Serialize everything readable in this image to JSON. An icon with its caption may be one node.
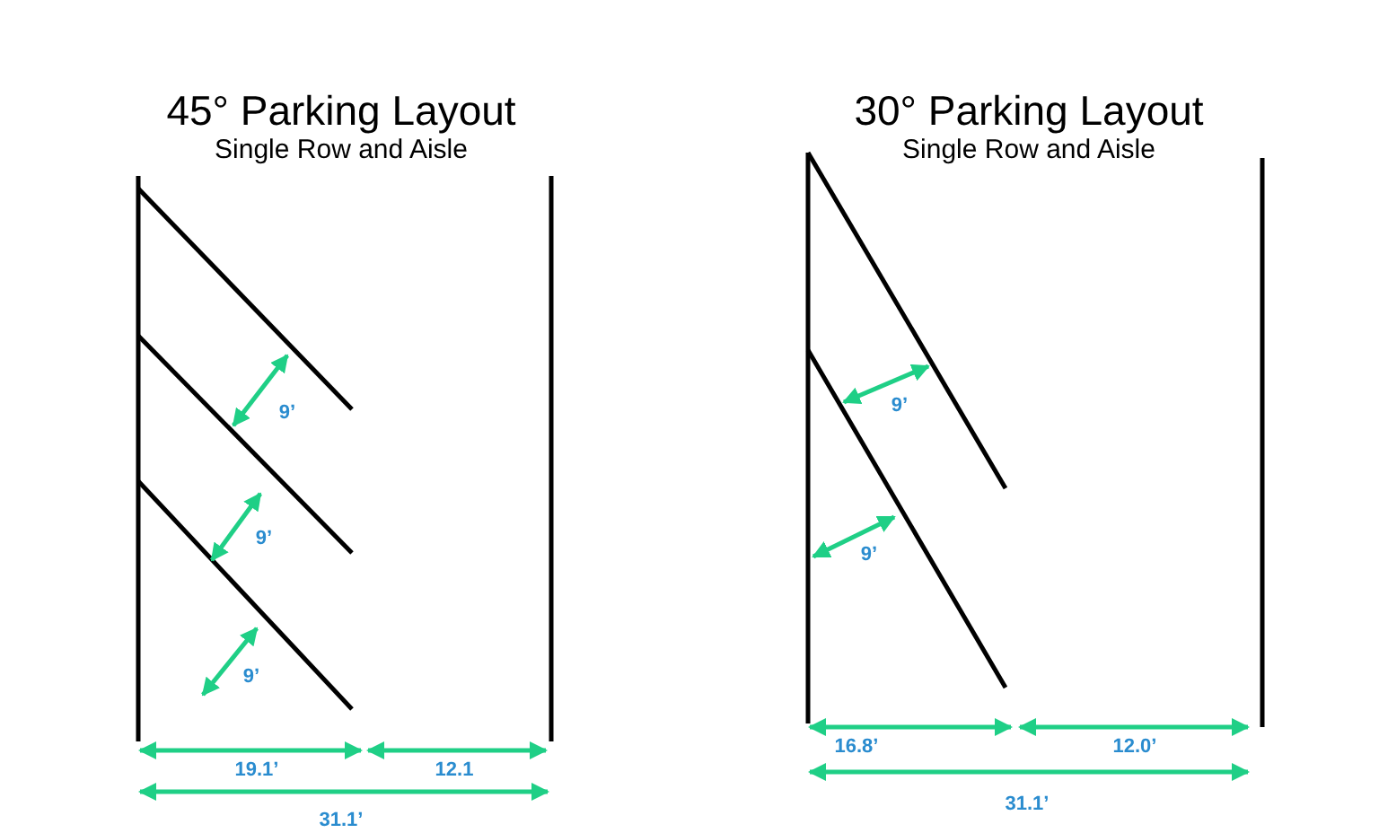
{
  "diagram": {
    "labels": [
      "45° Parking Layout",
      "Single Row and Aisle",
      "30° Parking Layout",
      "Single Row and Aisle",
      "9’",
      "9’",
      "9’",
      "9’",
      "9’",
      "19.1’",
      "12.1",
      "31.1’",
      "16.8’",
      "12.0’",
      "31.1’"
    ]
  }
}
